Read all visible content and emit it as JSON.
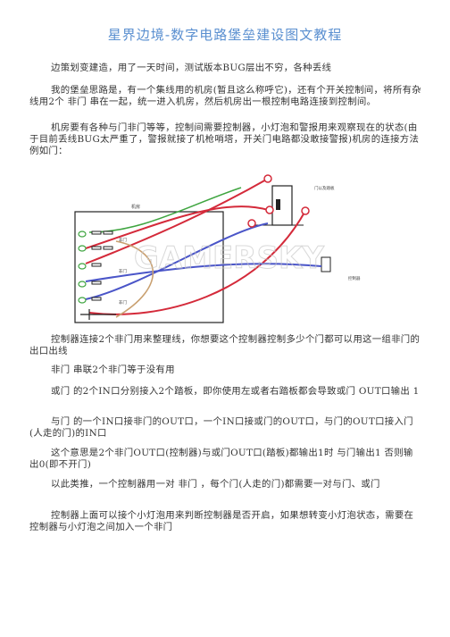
{
  "title": "星界边境-数字电路堡垒建设图文教程",
  "paragraphs": [
    "边策划变建造，用了一天时间，测试版本BUG层出不穷，各种丢线",
    "我的堡垒思路是，有一个集线用的机房(暂且这么称呼它)，还有个开关控制间，将所有杂线用2个 非门 串在一起，统一进入机房，然后机房出一根控制电路连接到控制间。",
    "机房要有各种与门非门等等，控制间需要控制器，小灯泡和警报用来观察现在的状态(由于目前丢线BUG太严重了，警报就接了机枪哨塔，开关门电路都没敢接警报)机房的连接方法例如门：",
    "控制器连接2个非门用来整理线，你想要这个控制器控制多少个门都可以用这一组非门的出口出线",
    "非门 串联2个非门等于没有用",
    "或门 的2个IN口分别接入2个踏板，即你使用左或者右踏板都会导致或门 OUT口输出 1",
    "与门 的一个IN口接非门的OUT口，一个IN口接或门的OUT口，与门的OUT口接入门(人走的门)的IN口",
    "这个意思是2个非门OUT口(控制器)与或门OUT口(踏板)都输出1时 与门输出1 否则输出0(即不开门)",
    "以此类推，一个控制器用一对 非门 ，每个门(人走的门)都需要一对与门、或门",
    "控制器上面可以接个小灯泡用来判断控制器是否开启，如果想转变小灯泡状态，需要在控制器与小灯泡之间加入一个非门"
  ],
  "figure": {
    "room_label": "机房",
    "gate_labels": [
      "非门",
      "非门",
      "非门"
    ],
    "door_label": "门以及踏板",
    "controller_label": "控制器",
    "watermark": "GAMERSKY"
  },
  "colors": {
    "title": "#5a8fd0",
    "wire_red": "#d42a3a",
    "wire_blue": "#4a55c8",
    "wire_brown": "#c9a070",
    "wire_green": "#3fa540"
  }
}
